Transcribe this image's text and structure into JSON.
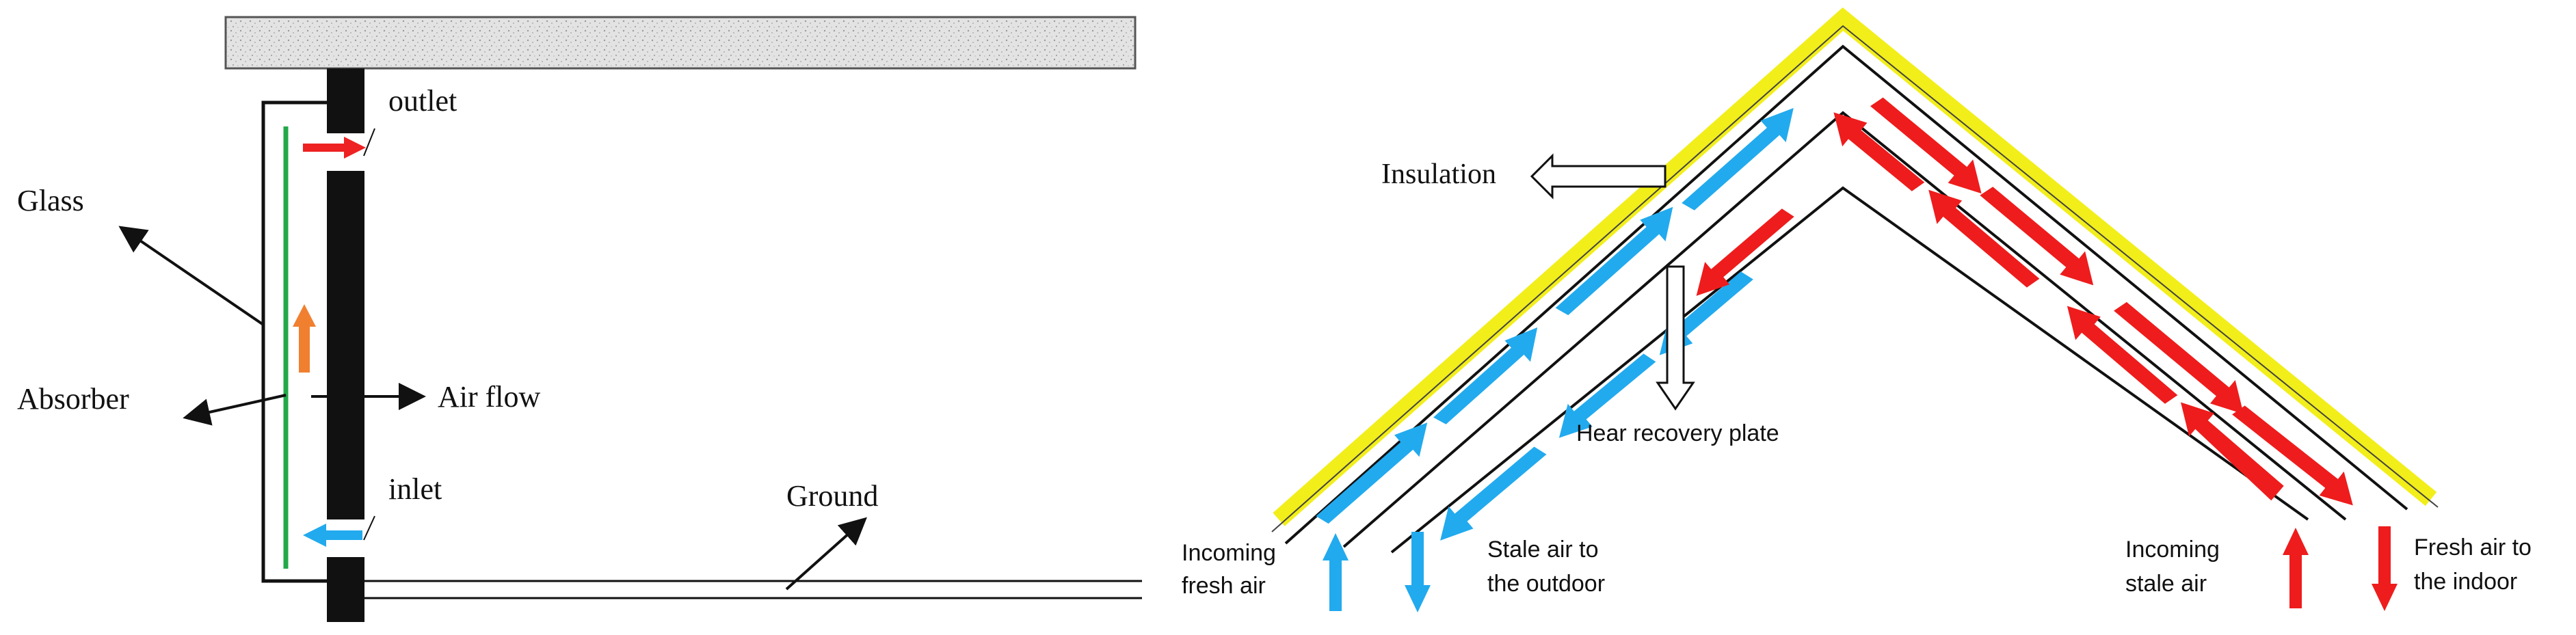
{
  "left_diagram": {
    "labels": {
      "outlet": "outlet",
      "glass": "Glass",
      "absorber": "Absorber",
      "air_flow": "Air flow",
      "inlet": "inlet",
      "ground": "Ground"
    },
    "colors": {
      "ceiling_fill": "#e6e6e6",
      "wall": "#111111",
      "absorber": "#22a84a",
      "outlet_arrow": "#ee2222",
      "rising_arrow": "#f08030",
      "inlet_arrow": "#22aaee"
    }
  },
  "right_diagram": {
    "labels": {
      "insulation": "Insulation",
      "heat_recovery_plate": "Hear recovery plate",
      "incoming_fresh_1": "Incoming",
      "incoming_fresh_2": "fresh air",
      "stale_out_1": "Stale air to",
      "stale_out_2": "the outdoor",
      "incoming_stale_1": "Incoming",
      "incoming_stale_2": "stale air",
      "fresh_in_1": "Fresh air to",
      "fresh_in_2": "the indoor"
    },
    "colors": {
      "insulation": "#f2ee1a",
      "cold_flow": "#22aaee",
      "warm_flow": "#ee1c1c",
      "lines": "#111111"
    }
  }
}
